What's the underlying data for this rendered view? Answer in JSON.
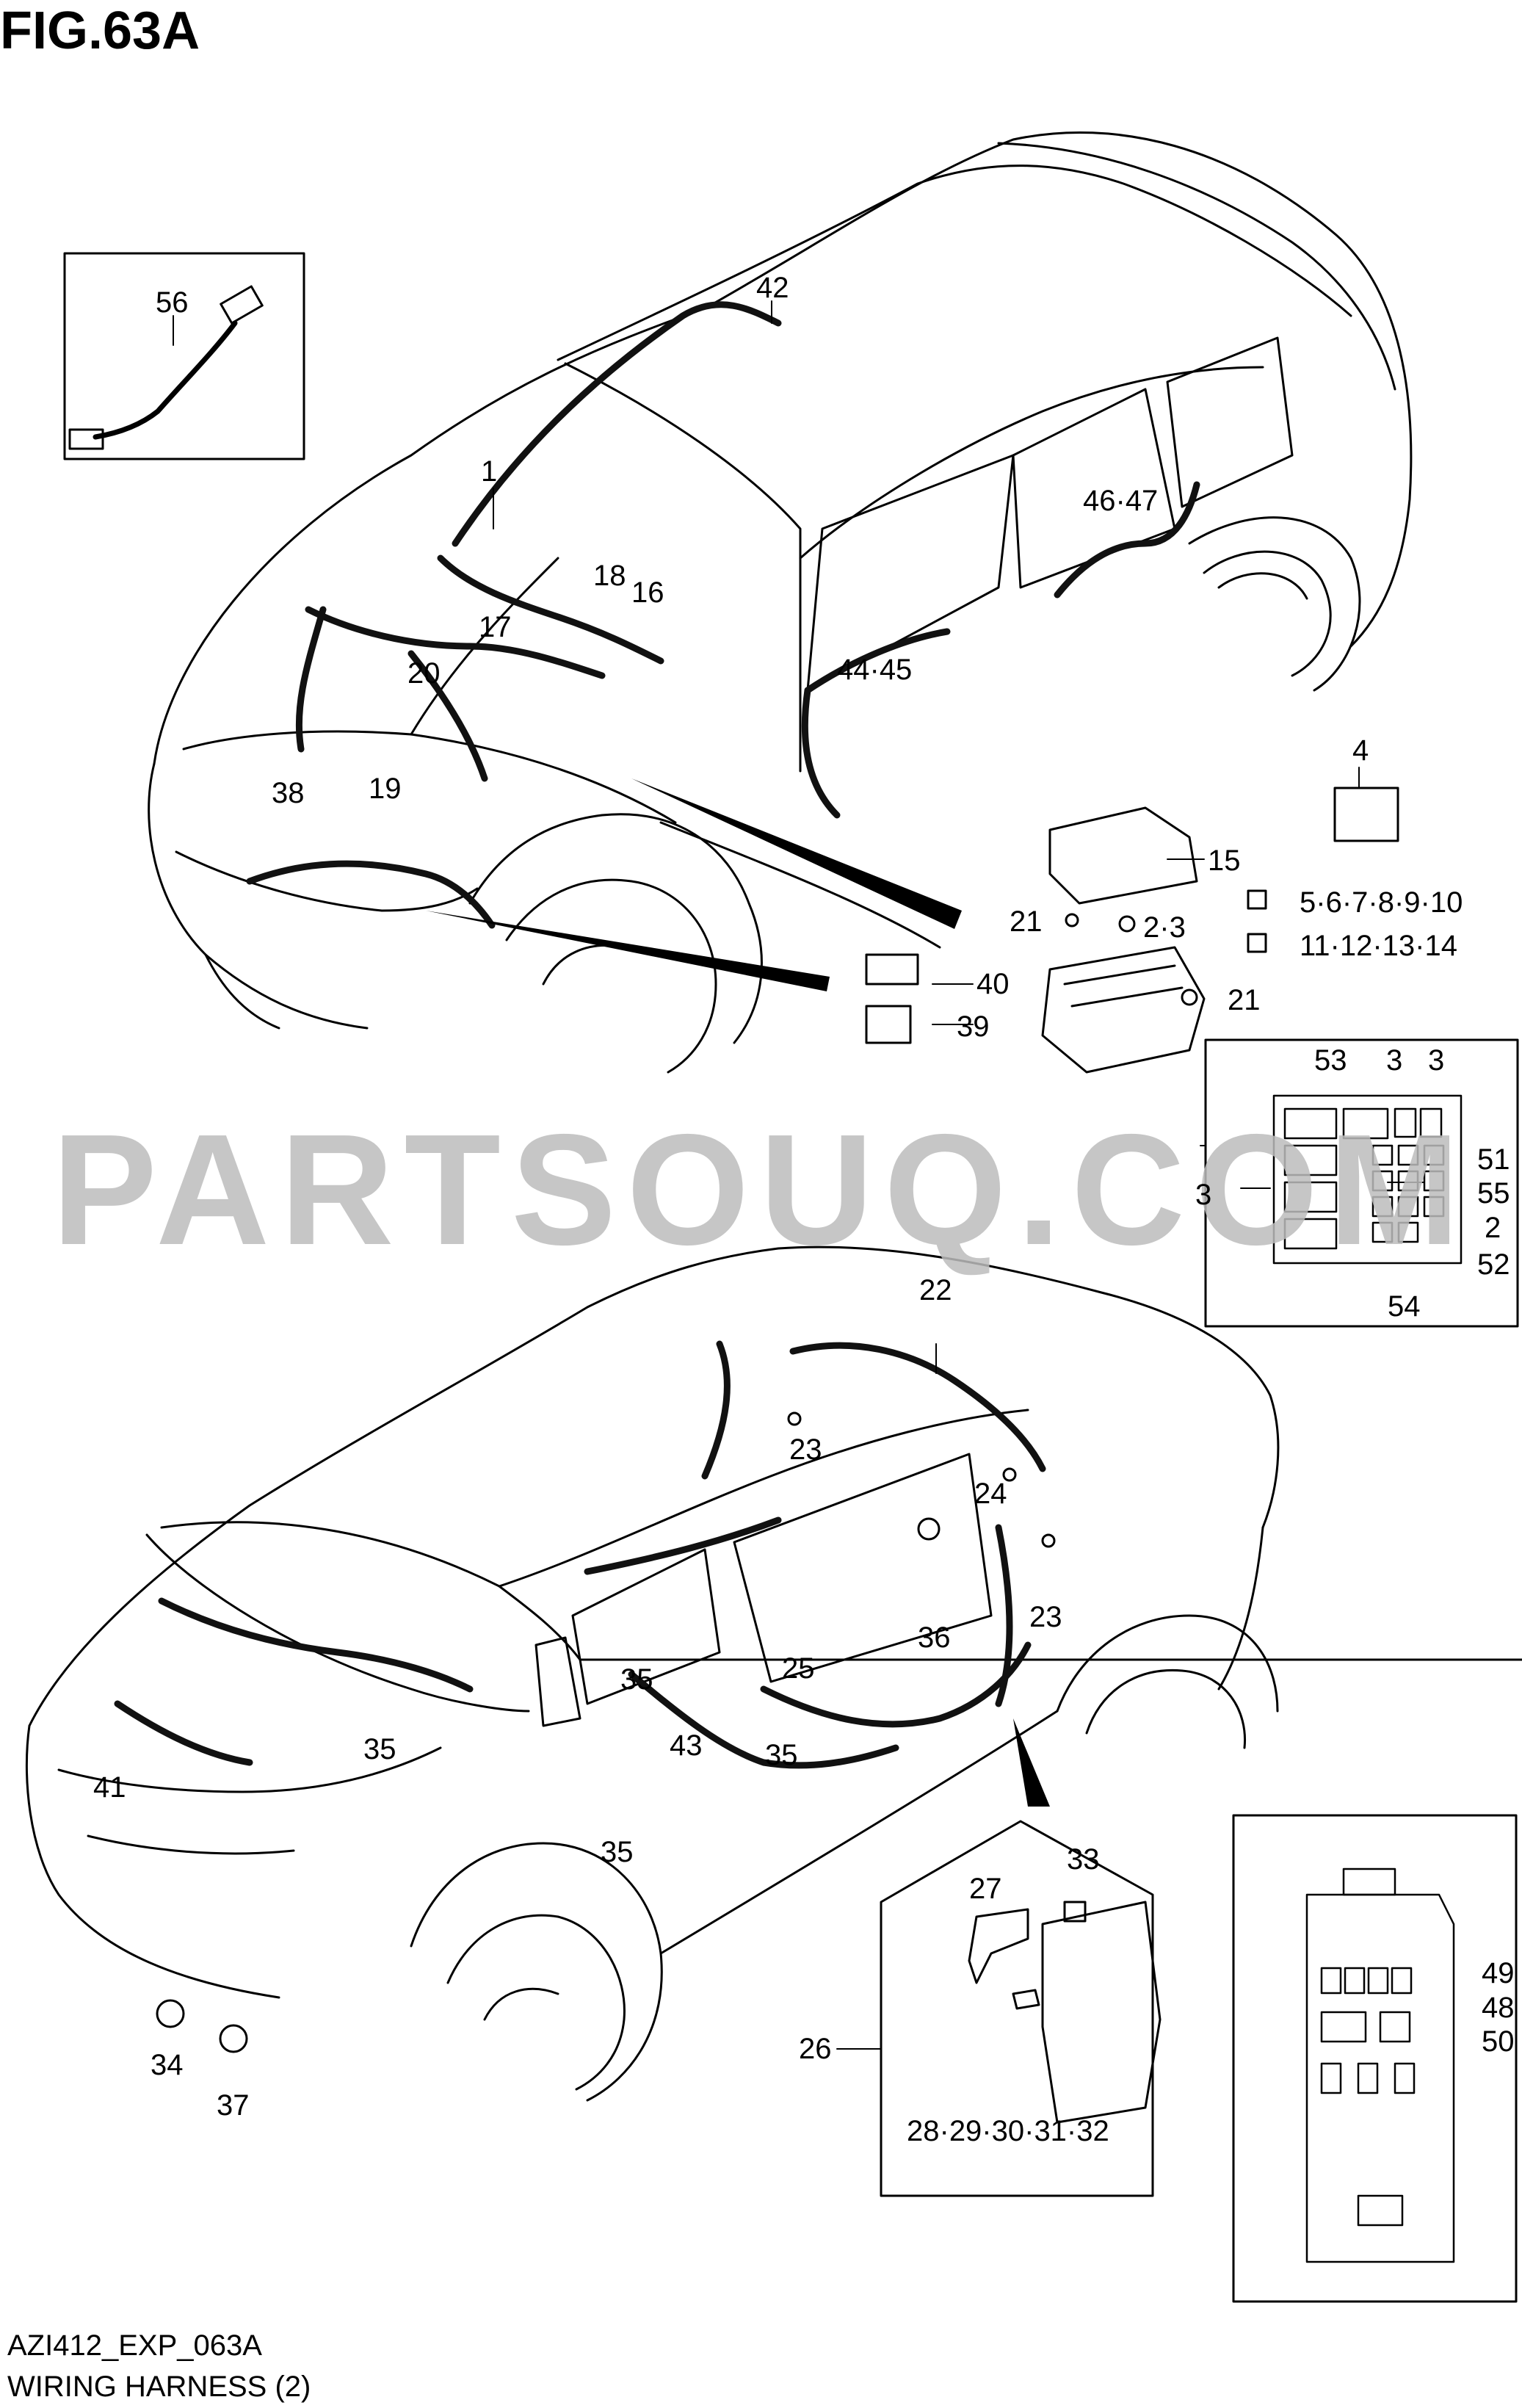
{
  "figure": {
    "title": "FIG.63A",
    "code": "AZI412_EXP_063A",
    "caption": "WIRING HARNESS (2)"
  },
  "watermark": {
    "text": "PARTSOUQ.COM",
    "color": "#bdbdbd"
  },
  "colors": {
    "line": "#000000",
    "harness": "#111111",
    "background": "#ffffff"
  },
  "callouts": [
    {
      "text": "56"
    },
    {
      "text": "42"
    },
    {
      "text": "1"
    },
    {
      "text": "18"
    },
    {
      "text": "16"
    },
    {
      "text": "17"
    },
    {
      "text": "20"
    },
    {
      "text": "19"
    },
    {
      "text": "38"
    },
    {
      "text": "46·47"
    },
    {
      "text": "44·45"
    },
    {
      "text": "4"
    },
    {
      "text": "15"
    },
    {
      "text": "5·6·7·8·9·10"
    },
    {
      "text": "21"
    },
    {
      "text": "2·3"
    },
    {
      "text": "11·12·13·14"
    },
    {
      "text": "40"
    },
    {
      "text": "39"
    },
    {
      "text": "21"
    },
    {
      "text": "53"
    },
    {
      "text": "3"
    },
    {
      "text": "3"
    },
    {
      "text": "51"
    },
    {
      "text": "3"
    },
    {
      "text": "55"
    },
    {
      "text": "2"
    },
    {
      "text": "52"
    },
    {
      "text": "54"
    },
    {
      "text": "22"
    },
    {
      "text": "23"
    },
    {
      "text": "24"
    },
    {
      "text": "23"
    },
    {
      "text": "36"
    },
    {
      "text": "25"
    },
    {
      "text": "35"
    },
    {
      "text": "35"
    },
    {
      "text": "43"
    },
    {
      "text": "35"
    },
    {
      "text": "41"
    },
    {
      "text": "35"
    },
    {
      "text": "33"
    },
    {
      "text": "27"
    },
    {
      "text": "26"
    },
    {
      "text": "28·29·30·31·32"
    },
    {
      "text": "49"
    },
    {
      "text": "48"
    },
    {
      "text": "50"
    },
    {
      "text": "34"
    },
    {
      "text": "37"
    }
  ]
}
